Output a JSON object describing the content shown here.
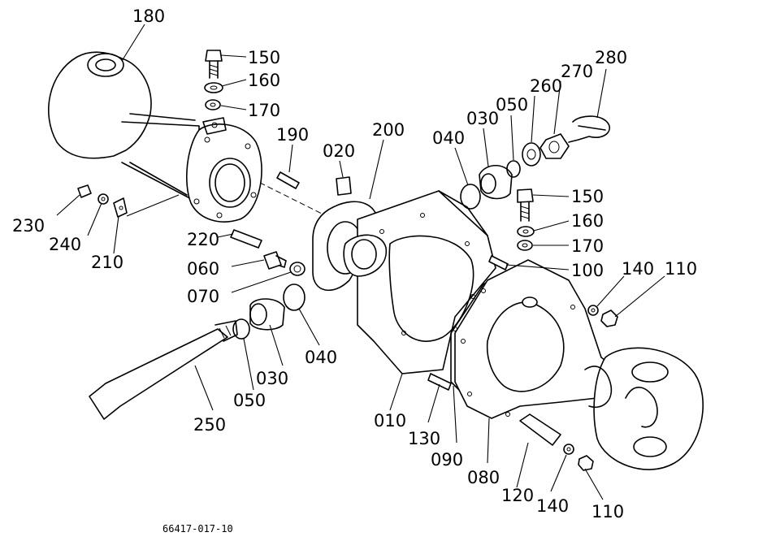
{
  "callouts": {
    "c180": "180",
    "c150a": "150",
    "c160a": "160",
    "c170a": "170",
    "c190": "190",
    "c020": "020",
    "c200": "200",
    "c040a": "040",
    "c030a": "030",
    "c050a": "050",
    "c260": "260",
    "c270": "270",
    "c280": "280",
    "c150b": "150",
    "c160b": "160",
    "c170b": "170",
    "c100": "100",
    "c140a": "140",
    "c110a": "110",
    "c230": "230",
    "c240": "240",
    "c210": "210",
    "c220": "220",
    "c060": "060",
    "c070": "070",
    "c040b": "040",
    "c030b": "030",
    "c050b": "050",
    "c250": "250",
    "c010": "010",
    "c130": "130",
    "c090": "090",
    "c080": "080",
    "c120": "120",
    "c140b": "140",
    "c110b": "110"
  },
  "document_id": "66417-017-10"
}
